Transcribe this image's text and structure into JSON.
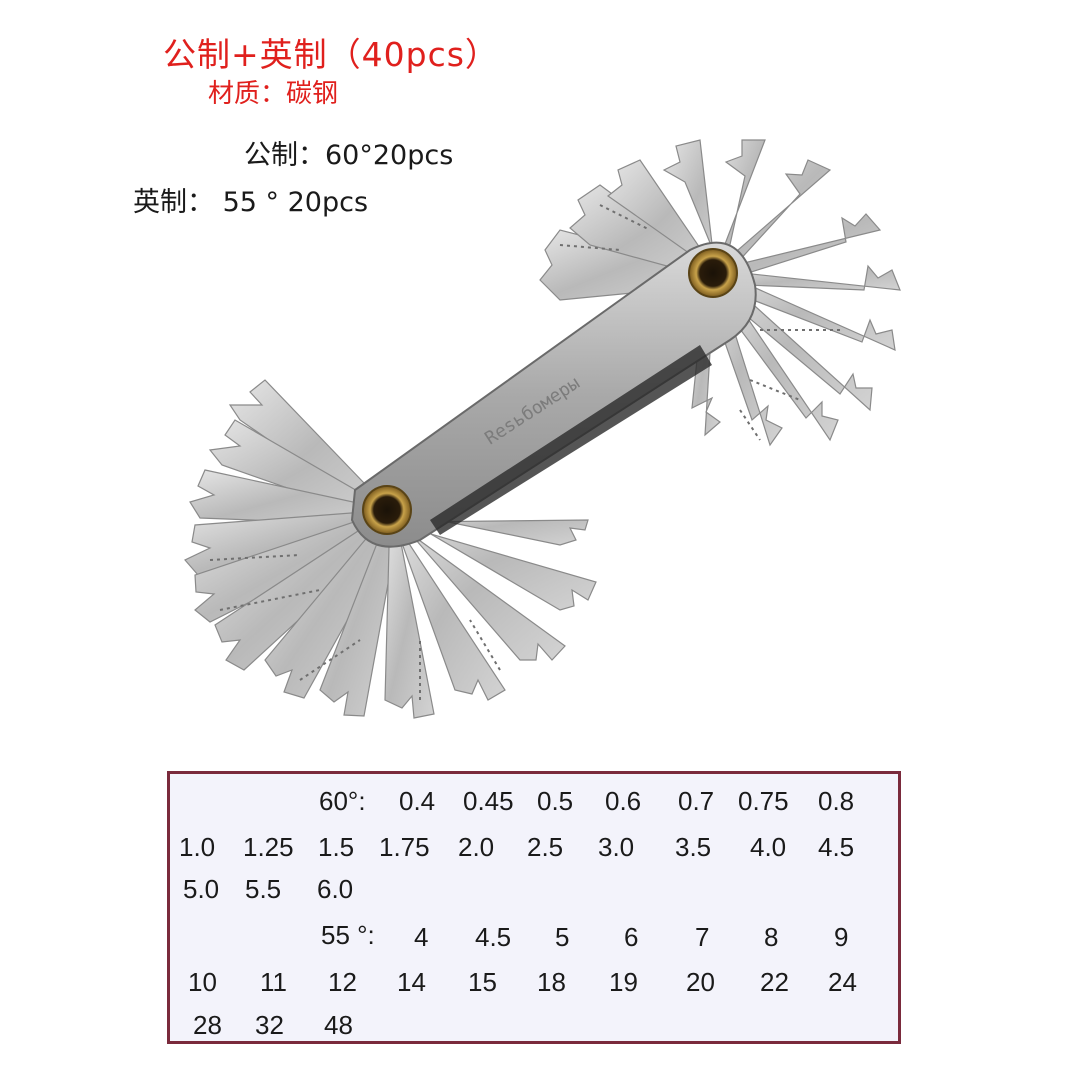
{
  "header": {
    "title": "公制+英制（40pcs）",
    "material": "材质：碳钢"
  },
  "specs": {
    "metric": "公制：60°20pcs",
    "imperial": "英制： 55 ° 20pcs"
  },
  "photo": {
    "subject": "thread-gauge",
    "body_text": "Resьбомеры"
  },
  "table": {
    "metric_label": "60°:",
    "metric_values": [
      "0.4",
      "0.45",
      "0.5",
      "0.6",
      "0.7",
      "0.75",
      "0.8",
      "1.0",
      "1.25",
      "1.5",
      "1.75",
      "2.0",
      "2.5",
      "3.0",
      "3.5",
      "4.0",
      "4.5",
      "5.0",
      "5.5",
      "6.0"
    ],
    "imperial_label": "55 °:",
    "imperial_values": [
      "4",
      "4.5",
      "5",
      "6",
      "7",
      "8",
      "9",
      "10",
      "11",
      "12",
      "14",
      "15",
      "18",
      "19",
      "20",
      "22",
      "24",
      "28",
      "32",
      "48"
    ]
  },
  "colors": {
    "title_red": "#e0201d",
    "table_border": "#7a2a3c",
    "table_bg": "#f3f3fb"
  }
}
